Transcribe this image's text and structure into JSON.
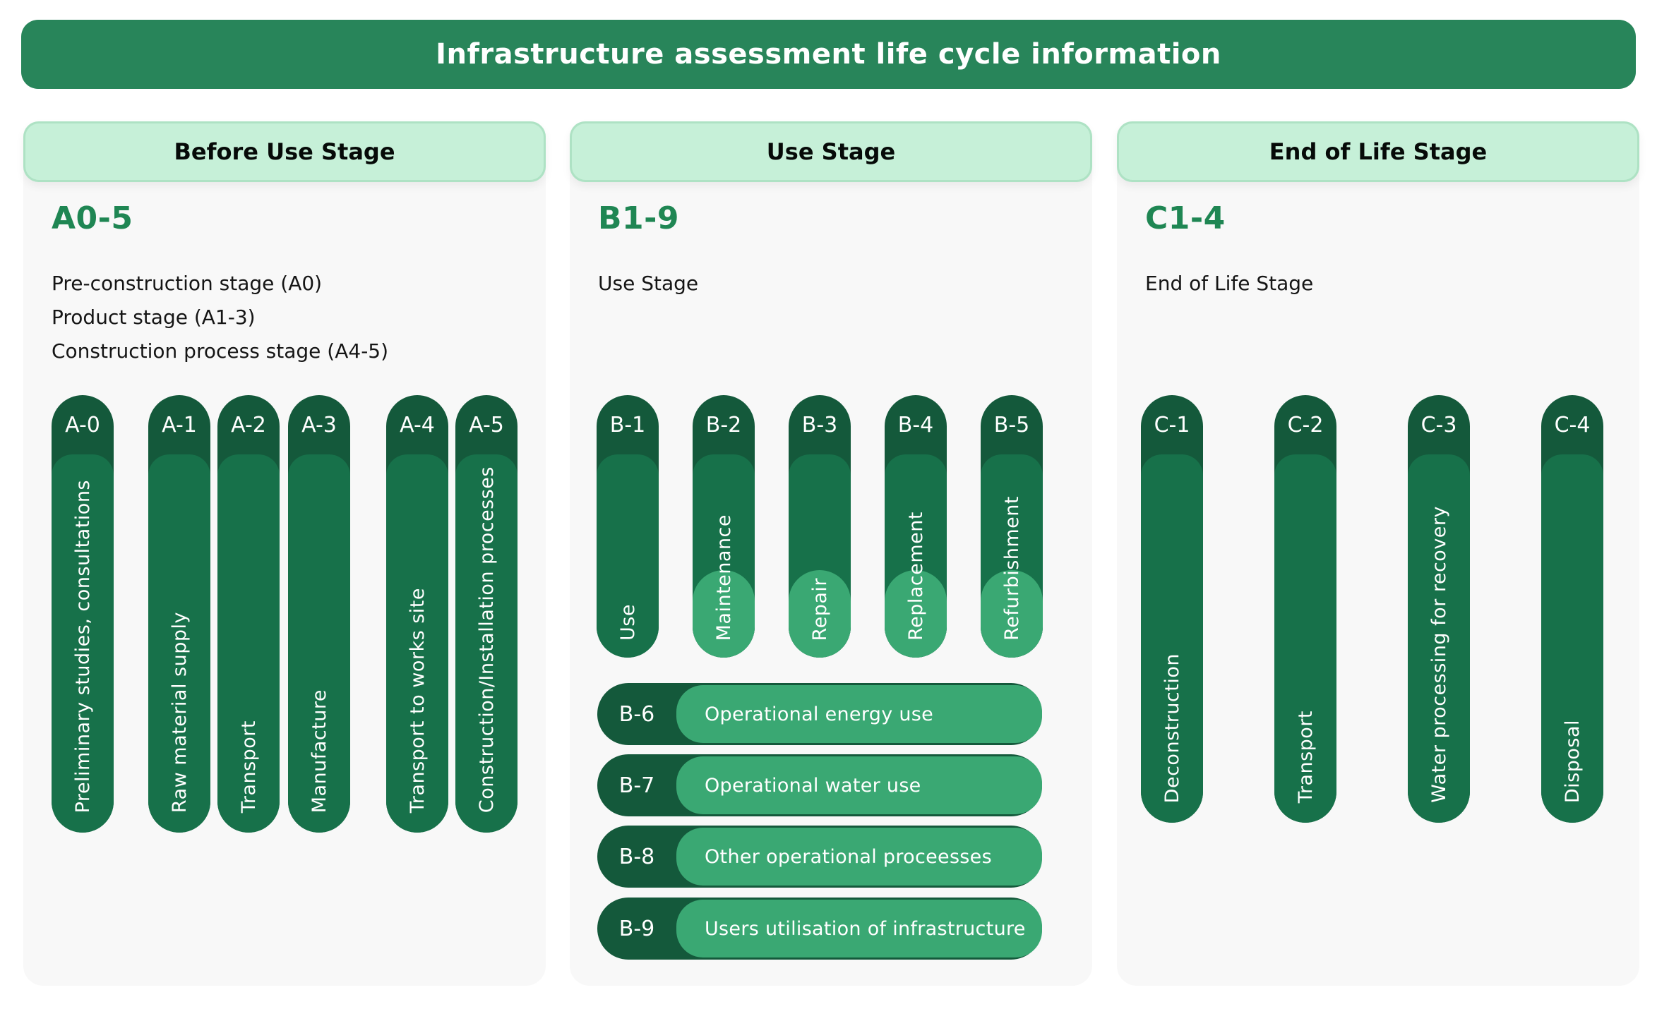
{
  "banner": {
    "title": "Infrastructure assessment life cycle information"
  },
  "colors": {
    "banner_green": "#28855A",
    "header_pill_green": "#C6F0D8",
    "pillar_dark_green": "#14593B",
    "pillar_body_green": "#17714A",
    "capsule_light_green": "#3AA873",
    "heading_green": "#1F8653",
    "panel_background": "#F8F8F8"
  },
  "panels": [
    {
      "header": "Before Use Stage",
      "code": "A0-5",
      "desc": [
        "Pre-construction stage (A0)",
        "Product stage (A1-3)",
        "Construction process stage (A4-5)"
      ],
      "pillars": [
        {
          "id": "A-0",
          "label": "Preliminary studies, consultations"
        },
        {
          "id": "A-1",
          "label": "Raw material supply"
        },
        {
          "id": "A-2",
          "label": "Transport"
        },
        {
          "id": "A-3",
          "label": "Manufacture"
        },
        {
          "id": "A-4",
          "label": "Transport to works site"
        },
        {
          "id": "A-5",
          "label": "Construction/Installation processes"
        }
      ]
    },
    {
      "header": "Use Stage",
      "code": "B1-9",
      "desc": [
        "Use Stage"
      ],
      "pillars": [
        {
          "id": "B-1",
          "label": "Use"
        },
        {
          "id": "B-2",
          "label": "Maintenance"
        },
        {
          "id": "B-3",
          "label": "Repair"
        },
        {
          "id": "B-4",
          "label": "Replacement"
        },
        {
          "id": "B-5",
          "label": "Refurbishment"
        }
      ],
      "rows": [
        {
          "id": "B-6",
          "label": "Operational energy use"
        },
        {
          "id": "B-7",
          "label": "Operational water use"
        },
        {
          "id": "B-8",
          "label": "Other operational proceesses"
        },
        {
          "id": "B-9",
          "label": "Users utilisation of infrastructure"
        }
      ]
    },
    {
      "header": "End of Life Stage",
      "code": "C1-4",
      "desc": [
        "End of Life Stage"
      ],
      "pillars": [
        {
          "id": "C-1",
          "label": "Deconstruction"
        },
        {
          "id": "C-2",
          "label": "Transport"
        },
        {
          "id": "C-3",
          "label": "Water processing for recovery"
        },
        {
          "id": "C-4",
          "label": "Disposal"
        }
      ]
    }
  ]
}
